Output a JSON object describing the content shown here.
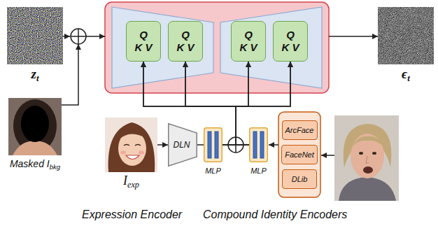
{
  "diagram": {
    "nodes": [
      {
        "text": [
          "zt"
        ]
      },
      {
        "text": [
          "Q",
          "K V"
        ]
      },
      {
        "text": [
          "Q",
          "K V"
        ]
      },
      {
        "text": [
          "Q",
          "K V"
        ]
      },
      {
        "text": [
          "Q",
          "K V"
        ]
      },
      {
        "text": [
          "ϵt"
        ]
      },
      {
        "text": [
          "Masked Ibkg"
        ]
      },
      {
        "text": [
          "Iexp"
        ]
      },
      {
        "text": [
          "DLN"
        ]
      },
      {
        "text": [
          "MLP"
        ]
      },
      {
        "text": [
          "MLP"
        ]
      },
      {
        "text": [
          "ArcFace"
        ]
      },
      {
        "text": [
          "FaceNet"
        ]
      },
      {
        "text": [
          "DLib"
        ]
      }
    ],
    "edges": [
      {
        "from": 7,
        "to": 8,
        "arrow": "to"
      },
      {
        "from": 8,
        "to": 9,
        "arrow": "none"
      },
      {
        "from": 9,
        "to": 1,
        "arrow": "to"
      },
      {
        "from": 9,
        "to": 2,
        "arrow": "to"
      },
      {
        "from": 9,
        "to": 3,
        "arrow": "to"
      },
      {
        "from": 9,
        "to": 4,
        "arrow": "to"
      },
      {
        "from": 10,
        "to": 1,
        "arrow": "to"
      },
      {
        "from": 10,
        "to": 2,
        "arrow": "to"
      },
      {
        "from": 10,
        "to": 3,
        "arrow": "to"
      },
      {
        "from": 10,
        "to": 4,
        "arrow": "to"
      }
    ],
    "labels": [
      "Expression Encoder",
      "Compound Identity Encoders"
    ]
  }
}
